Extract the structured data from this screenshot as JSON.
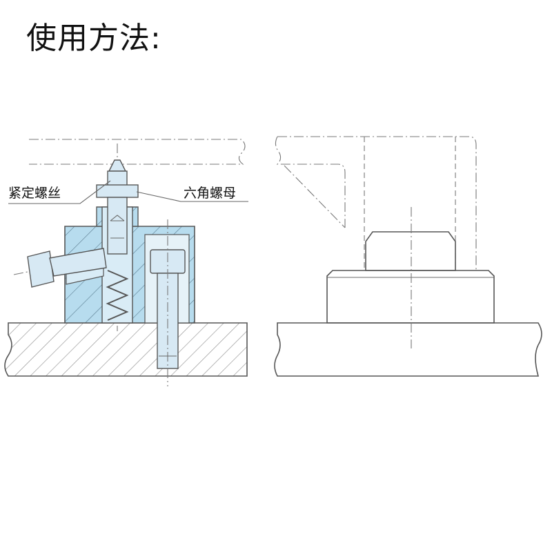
{
  "title": "使用方法:",
  "labels": {
    "set_screw": "紧定螺丝",
    "hex_nut": "六角螺母"
  }
}
